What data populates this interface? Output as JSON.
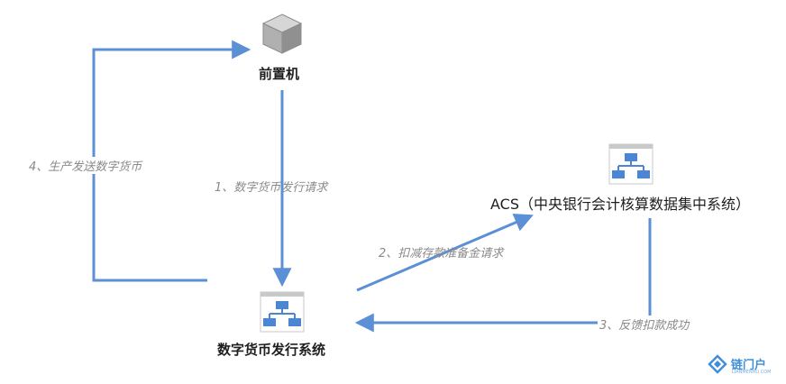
{
  "nodes": {
    "frontend": {
      "label": "前置机",
      "icon": "server-cube-icon"
    },
    "acs": {
      "label": "ACS（中央银行会计核算数据集中系统）",
      "icon": "network-diagram-icon"
    },
    "dcs": {
      "label": "数字货币发行系统",
      "icon": "network-diagram-icon"
    }
  },
  "edges": {
    "e1": {
      "label": "1、数字货币发行请求"
    },
    "e2": {
      "label": "2、扣减存款准备金请求"
    },
    "e3": {
      "label": "3、反馈扣款成功"
    },
    "e4": {
      "label": "4、生产发送数字货币"
    }
  },
  "watermark": {
    "text": "链门户",
    "subtext": "LIANMENHU.COM"
  },
  "colors": {
    "arrow": "#5b8fd6",
    "node_icon": "#4a86d4",
    "cube": "#9a9a9a"
  }
}
